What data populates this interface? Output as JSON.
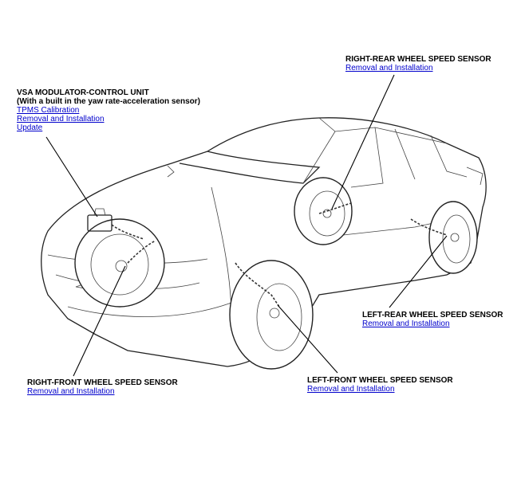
{
  "callouts": {
    "vsa": {
      "title_line1": "VSA MODULATOR-CONTROL UNIT",
      "title_line2": "(With a built in the yaw rate-acceleration sensor)",
      "links": [
        "TPMS Calibration",
        "Removal and Installation",
        "Update"
      ]
    },
    "right_rear": {
      "title": "RIGHT-REAR WHEEL SPEED SENSOR",
      "link": "Removal and Installation"
    },
    "left_rear": {
      "title": "LEFT-REAR WHEEL SPEED SENSOR",
      "link": "Removal and Installation"
    },
    "right_front": {
      "title": "RIGHT-FRONT WHEEL SPEED SENSOR",
      "link": "Removal and Installation"
    },
    "left_front": {
      "title": "LEFT-FRONT WHEEL SPEED SENSOR",
      "link": "Removal and Installation"
    }
  },
  "colors": {
    "link": "#0000cc",
    "line": "#222222"
  }
}
